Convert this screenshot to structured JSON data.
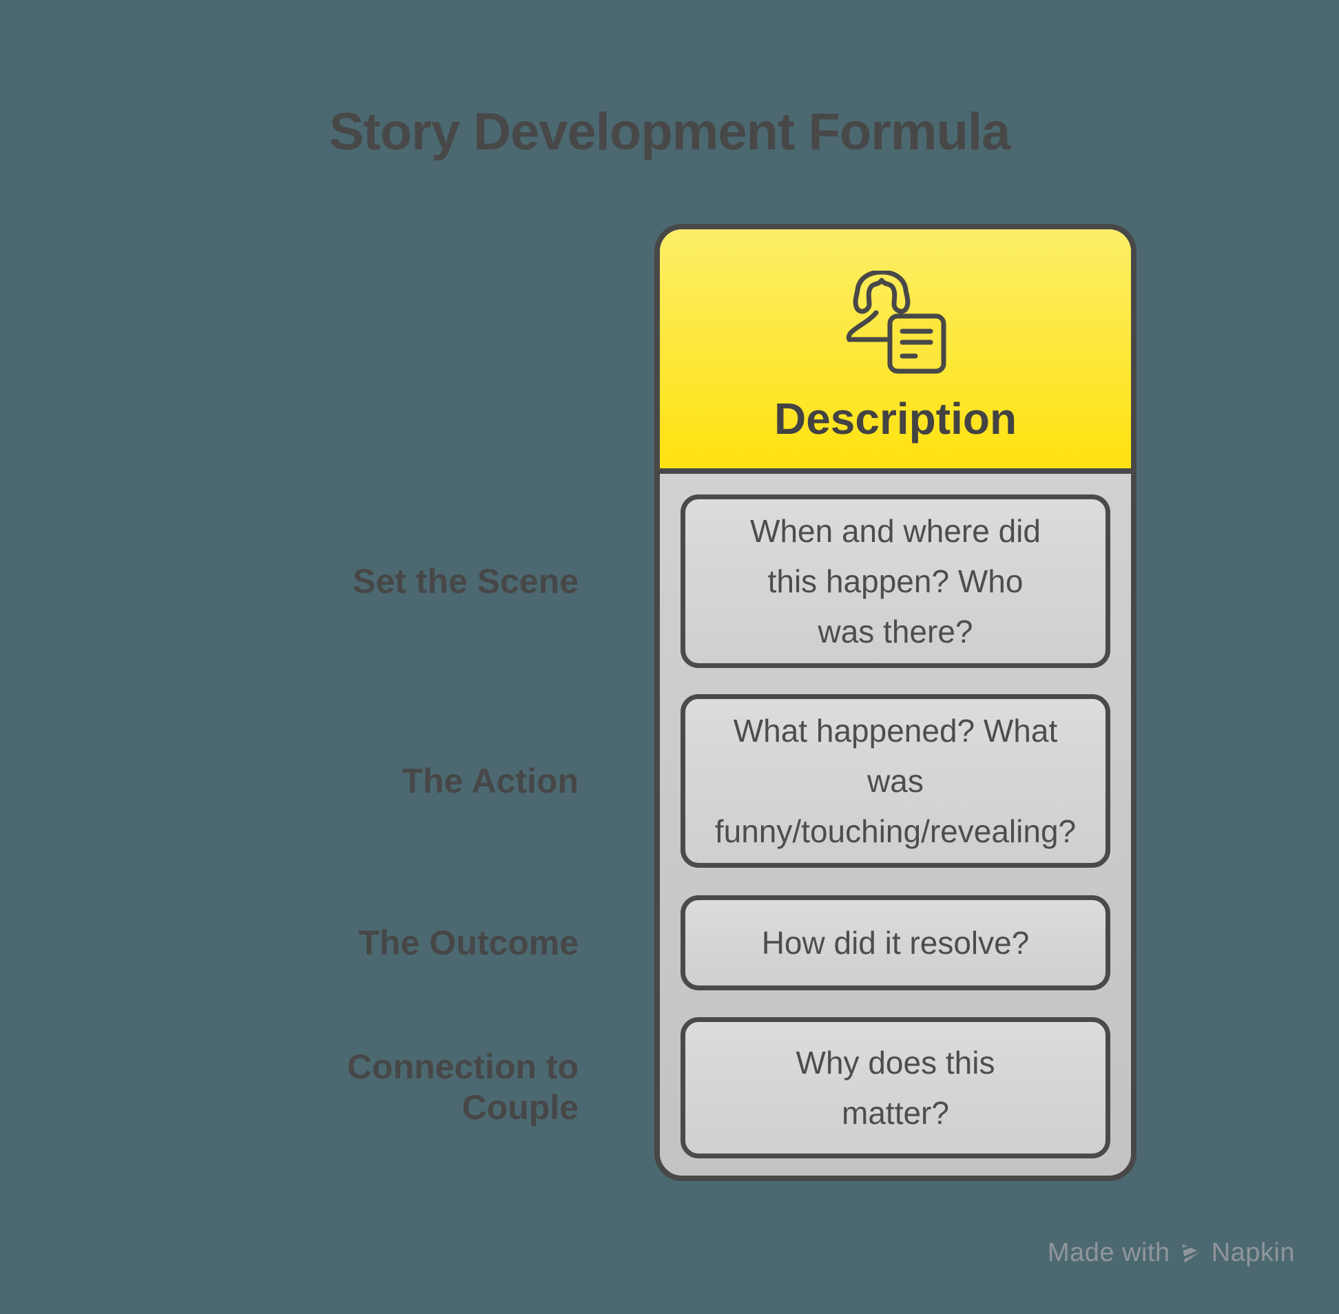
{
  "title": "Story Development Formula",
  "table": {
    "column_header": {
      "label": "Description",
      "icon": "person-document-icon"
    },
    "rows": [
      {
        "label": "Set the Scene",
        "cell": "When and where did\nthis happen? Who\nwas there?"
      },
      {
        "label": "The Action",
        "cell": "What happened? What\nwas\nfunny/touching/revealing?"
      },
      {
        "label": "The Outcome",
        "cell": "How did it resolve?"
      },
      {
        "label": "Connection to\nCouple",
        "cell": "Why does this\nmatter?"
      }
    ]
  },
  "footer": {
    "made_with": "Made with",
    "brand": "Napkin",
    "icon": "napkin-logo-icon"
  },
  "colors": {
    "background": "#4c6971",
    "header_yellow_top": "#fcee68",
    "header_yellow_bottom": "#ffe20f",
    "border_dark": "#484848",
    "column_gray": "#c9c9c9",
    "cell_gray": "#d6d6d6",
    "text_dark": "#474747",
    "footer_gray": "#8f969b"
  }
}
